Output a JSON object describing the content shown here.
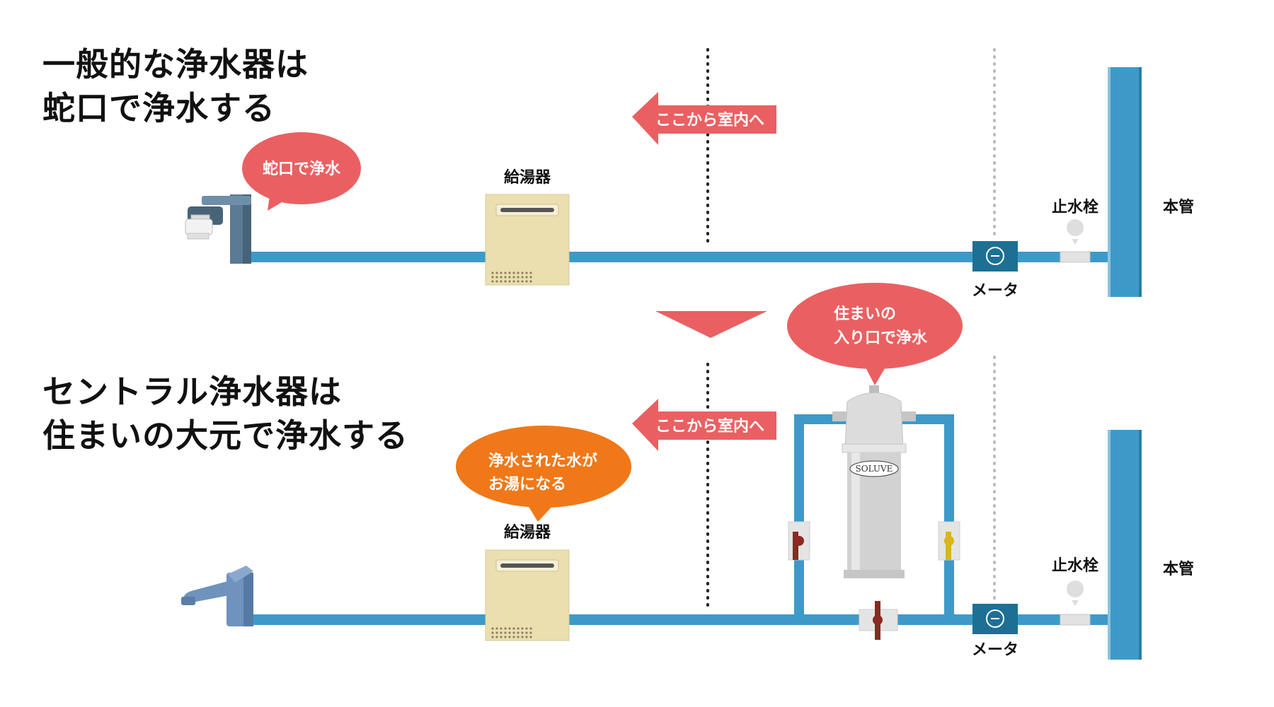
{
  "colors": {
    "pipe": "#3d9ac8",
    "main_pipe": "#3d9ac8",
    "callout_red": "#ea6062",
    "callout_orange": "#f07818",
    "heater_body": "#ebdfb0",
    "meter": "#1d7093",
    "filter": "#d2d2d2"
  },
  "top_diagram": {
    "heading": [
      "一般的な浄水器は",
      "蛇口で浄水する"
    ],
    "arrow_label": "ここから室内へ",
    "callout": "蛇口で浄水",
    "heater_label": "給湯器",
    "meter_label": "メータ",
    "stopcock_label": "止水栓",
    "main_pipe_label": "本管"
  },
  "bottom_diagram": {
    "heading": [
      "セントラル浄水器は",
      "住まいの大元で浄水する"
    ],
    "arrow_label": "ここから室内へ",
    "callout_filter": [
      "住まいの",
      "入り口で浄水"
    ],
    "callout_heater": [
      "浄水された水が",
      "お湯になる"
    ],
    "heater_label": "給湯器",
    "filter_brand": "SOLUVE",
    "meter_label": "メータ",
    "stopcock_label": "止水栓",
    "main_pipe_label": "本管"
  },
  "icons": {
    "faucet": "faucet-icon",
    "heater": "water-heater-icon",
    "meter": "water-meter-icon",
    "valve": "valve-icon",
    "filter": "water-filter-icon",
    "divider": "down-triangle-icon"
  }
}
